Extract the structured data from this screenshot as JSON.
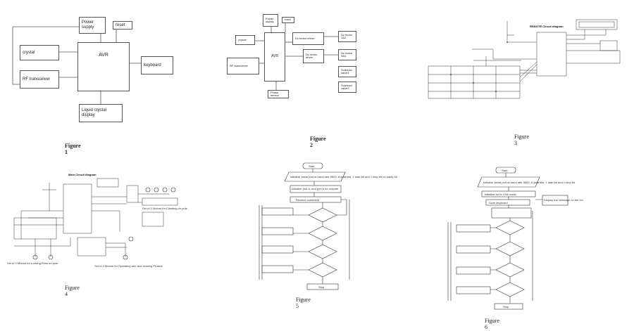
{
  "fig1": {
    "caption": "Figure 1",
    "blocks": {
      "power": "Power supply",
      "reset": "reset",
      "crystal": "crystal",
      "avr": "AVR",
      "keyboard": "keyboard",
      "rf": "RF transceiver",
      "lcd": "Liquid crystal display"
    }
  },
  "fig2": {
    "caption": "Figure 2",
    "blocks": {
      "power": "Power supply",
      "reset": "reset",
      "crystal": "crystal",
      "avr": "AVR",
      "dc_driver1": "Dc motor driver",
      "dc_driver2": "Dc motor driver",
      "dc12": "Dc motor 1&2",
      "dc34": "Dc motor 3&4",
      "sol1": "Solenoid valve1",
      "sol2": "Solenoid valve2",
      "rf": "RF transceiver",
      "phase": "Phase sensor"
    }
  },
  "fig3": {
    "caption": "Figure 3",
    "title": "REMOTE Circuit diagram"
  },
  "fig4": {
    "caption": "Figure 4",
    "title": "Main Circuit diagram",
    "note1": "Set of 2 Motors for Locking Rims on pole",
    "note2": "Set of 2 Motors for Operating arm and sensing Phases",
    "note3": "Set of 2 Motors for Climbing on pole"
  },
  "fig5": {
    "caption": "Figure 5",
    "steps": {
      "start": "Start",
      "init": "Initialize serial port at baud rate 9600, 8 data bits, 1 start bit and 1 stop bit no parity bit",
      "ports": "Initialize port a, and port b for outputs",
      "receive": "Receive command",
      "stop": "Stop"
    }
  },
  "fig6": {
    "caption": "Figure 6",
    "steps": {
      "start": "Start",
      "init": "Initialize serial port at baud rate 9600, 8 data bits, 1 start bit and 1 stop bit",
      "lcd": "Initialize lcd in 4 bit mode",
      "scan": "Scan keyboard",
      "side": "Display the message on the lcd",
      "stop": "Stop"
    }
  }
}
